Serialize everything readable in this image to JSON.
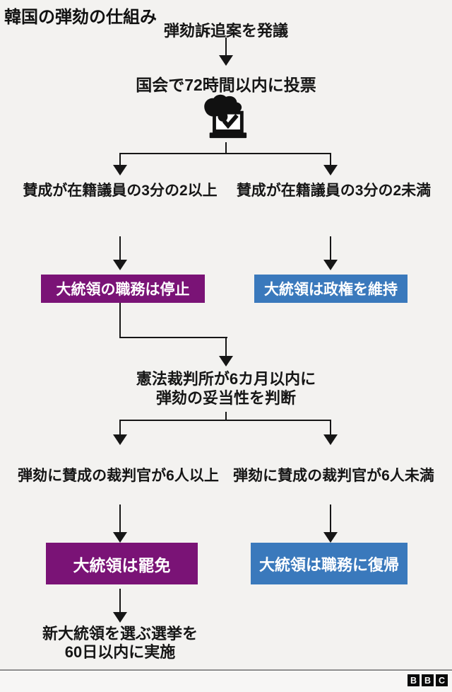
{
  "title": "韓国の弾劾の仕組み",
  "colors": {
    "impeach_purple": "#7a1376",
    "keep_blue": "#3a79bc",
    "background": "#f3f2f0",
    "line": "#161616"
  },
  "flow": {
    "start": "弾劾訴追案を発議",
    "vote": "国会で72時間以内に投票",
    "vote_icon": "ballot-box-hand-icon",
    "assembly_branch": {
      "left": "賛成が在籍議員の3分の2以上",
      "right": "賛成が在籍議員の3分の2未満"
    },
    "assembly_outcome": {
      "left": "大統領の職務は停止",
      "right": "大統領は政権を維持"
    },
    "court_line1": "憲法裁判所が6カ月以内に",
    "court_line2": "弾劾の妥当性を判断",
    "court_branch": {
      "left": "弾劾に賛成の裁判官が6人以上",
      "right": "弾劾に賛成の裁判官が6人未満"
    },
    "court_outcome": {
      "left": "大統領は罷免",
      "right": "大統領は職務に復帰"
    },
    "election_line1": "新大統領を選ぶ選挙を",
    "election_line2": "60日以内に実施"
  },
  "footer": {
    "logo": [
      "B",
      "B",
      "C"
    ]
  }
}
